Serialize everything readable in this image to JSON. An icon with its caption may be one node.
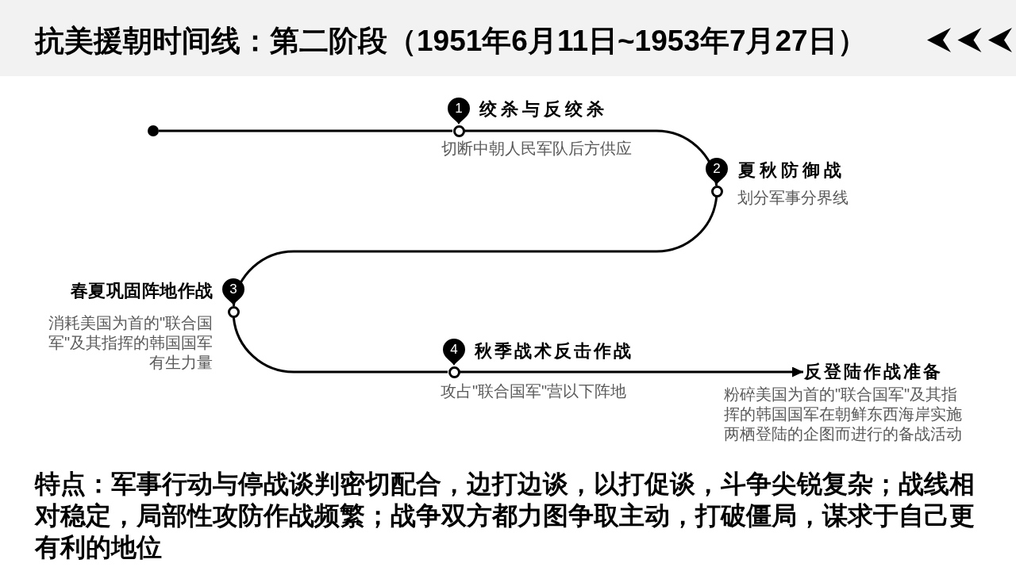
{
  "diagram": {
    "title": "抗美援朝时间线：第二阶段（1951年6月11日~1953年7月27日）",
    "caption": "特点：军事行动与停战谈判密切配合，边打边谈，以打促谈，斗争尖锐复杂；战线相对稳定，局部性攻防作战频繁；战争双方都力图争取主动，打破僵局，谋求于自己更有利的地位",
    "nodes": [
      {
        "text": [],
        "shape": "dot"
      },
      {
        "text": [],
        "shape": "circle",
        "beside": [
          "1",
          "绞杀与反绞杀",
          "切断中朝人民军队后方供应"
        ]
      },
      {
        "text": [],
        "shape": "circle",
        "beside": [
          "2",
          "夏秋防御战",
          "划分军事分界线"
        ]
      },
      {
        "text": [],
        "shape": "circle",
        "beside": [
          "3",
          "春夏巩固阵地作战",
          "消耗美国为首的\"联合国军\"及其指挥的韩国国军有生力量"
        ]
      },
      {
        "text": [],
        "shape": "circle",
        "beside": [
          "4",
          "秋季战术反击作战",
          "攻占\"联合国军\"营以下阵地"
        ]
      },
      {
        "text": [
          "反登陆作战准备"
        ],
        "beside": [
          "粉碎美国为首的\"联合国军\"及其指挥的韩国国军在朝鲜东西海岸实施两栖登陆的企图而进行的备战活动"
        ]
      }
    ],
    "edges": [
      {
        "from": 0,
        "to": 1,
        "arrow": "none"
      },
      {
        "from": 1,
        "to": 2,
        "arrow": "none"
      },
      {
        "from": 2,
        "to": 3,
        "arrow": "none"
      },
      {
        "from": 3,
        "to": 4,
        "arrow": "none"
      },
      {
        "from": 4,
        "to": 5,
        "arrow": "to"
      }
    ]
  }
}
